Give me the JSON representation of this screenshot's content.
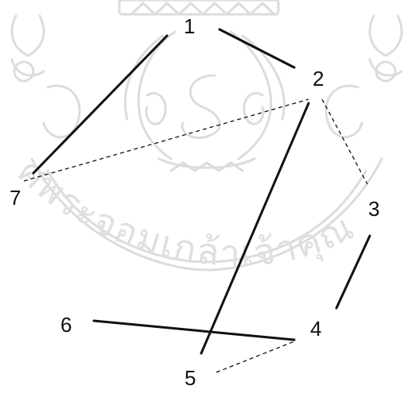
{
  "watermark": {
    "seal_text": "ศพระจอมเกล้าเจ้าคุณ",
    "icon": "university-seal-watermark"
  },
  "nodes": [
    {
      "id": "1",
      "label": "1"
    },
    {
      "id": "2",
      "label": "2"
    },
    {
      "id": "3",
      "label": "3"
    },
    {
      "id": "4",
      "label": "4"
    },
    {
      "id": "5",
      "label": "5"
    },
    {
      "id": "6",
      "label": "6"
    },
    {
      "id": "7",
      "label": "7"
    }
  ],
  "edges": [
    {
      "from": "1",
      "to": "2",
      "style": "solid"
    },
    {
      "from": "1",
      "to": "7",
      "style": "solid"
    },
    {
      "from": "7",
      "to": "2",
      "style": "dashed"
    },
    {
      "from": "2",
      "to": "3",
      "style": "dashed"
    },
    {
      "from": "2",
      "to": "5",
      "style": "solid"
    },
    {
      "from": "3",
      "to": "4",
      "style": "solid"
    },
    {
      "from": "6",
      "to": "4",
      "style": "solid"
    },
    {
      "from": "5",
      "to": "4",
      "style": "dashed"
    }
  ],
  "colors": {
    "line": "#111111",
    "watermark": "#d9d9d9",
    "background": "#ffffff"
  }
}
